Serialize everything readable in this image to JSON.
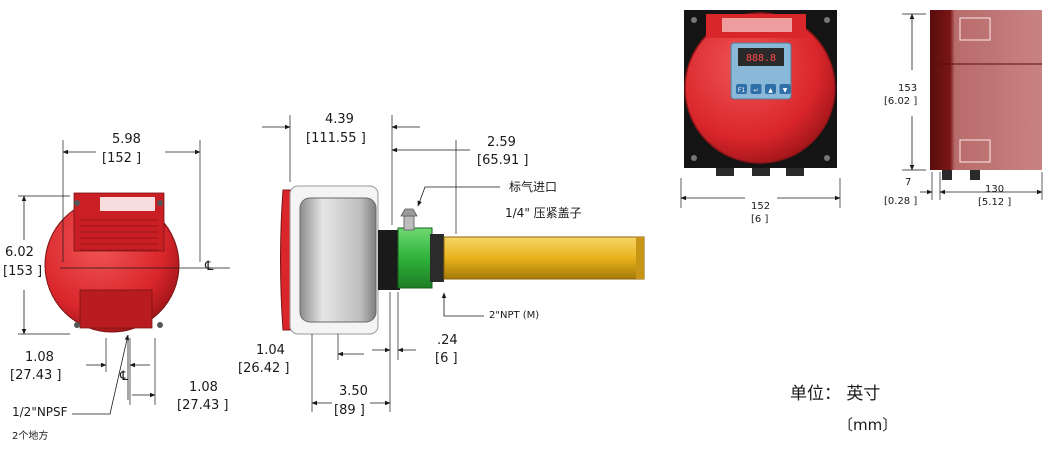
{
  "dimensions": {
    "width_in": "5.98",
    "width_mm": "[152 ]",
    "height_in": "6.02",
    "height_mm": "[153 ]",
    "left_off_in": "1.08",
    "left_off_mm": "[27.43 ]",
    "right_off_in": "1.08",
    "right_off_mm": "[27.43 ]",
    "depth_in": "4.39",
    "depth_mm": "[111.55 ]",
    "probe_in": "2.59",
    "probe_mm": "[65.91 ]",
    "wall_in": "1.04",
    "wall_mm": "[26.42 ]",
    "mount_in": "3.50",
    "mount_mm": "[89 ]",
    "gap_in": ".24",
    "gap_mm": "[6 ]",
    "photo_height_mm": "153",
    "photo_height_in": "[6.02 ]",
    "photo_width_mm": "152",
    "photo_width_in": "[6 ]",
    "photo_gap_mm": "7",
    "photo_gap_in": "[0.28 ]",
    "photo_depth_mm": "130",
    "photo_depth_in": "[5.12 ]"
  },
  "labels": {
    "centerline": "℄",
    "conduit": "1/2\"NPSF",
    "conduit_count": "2个地方",
    "reference_gas_inlet": "标气进口",
    "compression_fitting": "1/4\" 压紧盖子",
    "process_thread": "2\"NPT (M)",
    "unit_title": "单位： 英寸",
    "unit_sub": "〔mm〕"
  },
  "display": {
    "readout": "888.8",
    "keys": [
      "F1",
      "↵",
      "▲",
      "▼"
    ]
  },
  "colors": {
    "housing_red": "#d9262b",
    "dark_red": "#7a1414",
    "probe_yellow": "#e8b21c",
    "fitting_green": "#2fb33a",
    "display_blue": "#8ab8d8",
    "line": "#1a1a1a"
  }
}
